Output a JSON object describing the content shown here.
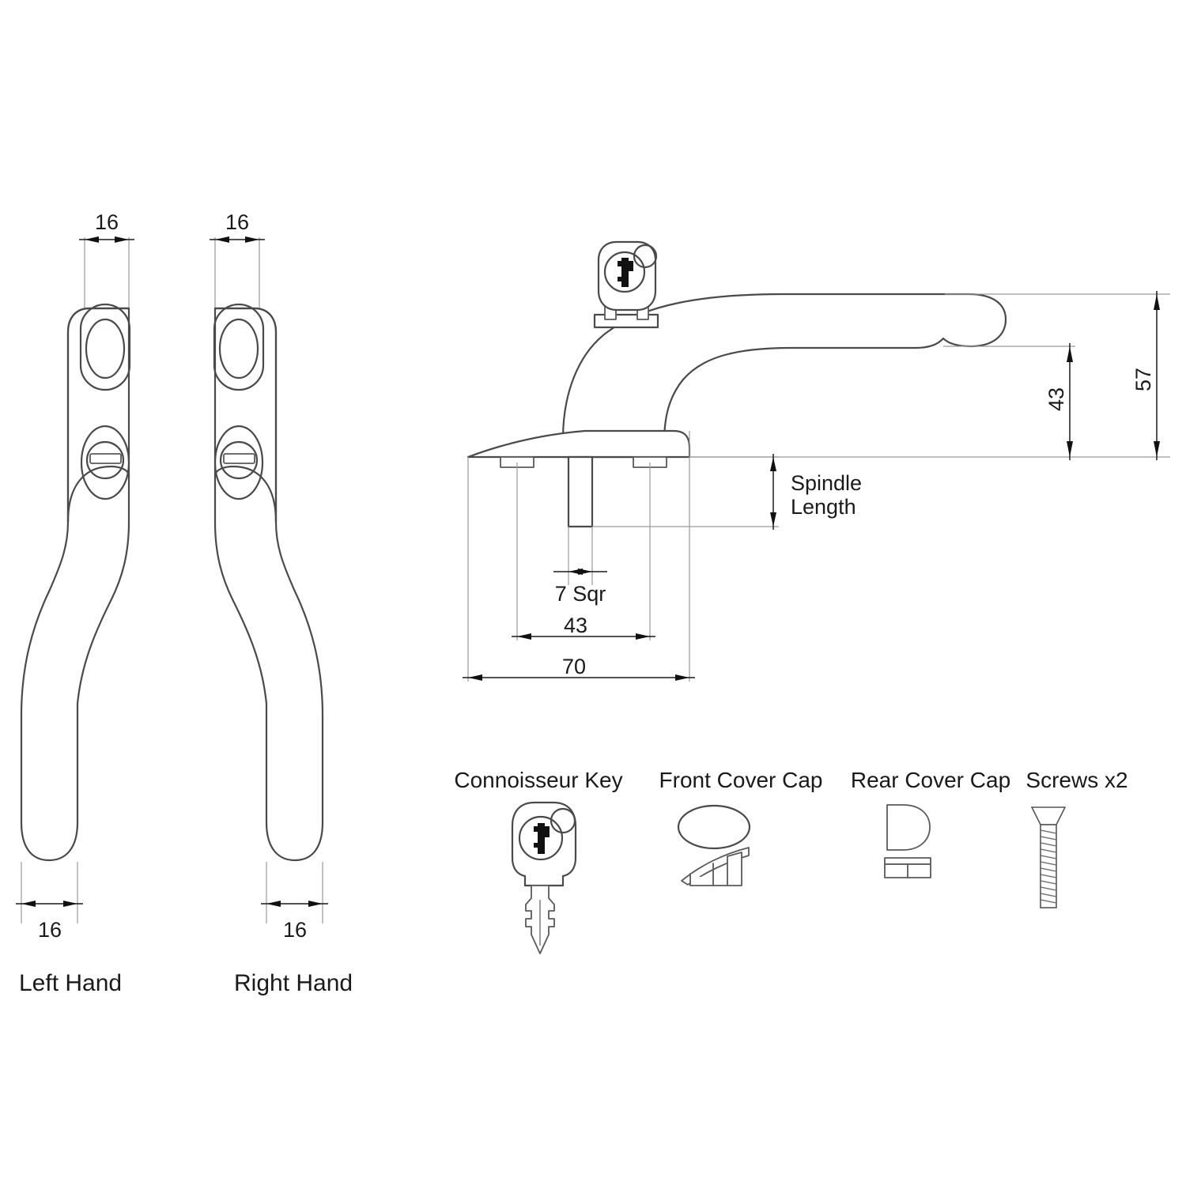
{
  "drawing": {
    "title": "Connoisseur Window Handle Technical Drawing",
    "units": "mm",
    "line_color": "#4a4a4a",
    "dim_color": "#1a1a1a",
    "background": "#ffffff"
  },
  "views": {
    "left_hand": {
      "label": "Left Hand",
      "top_dimension": "16",
      "bottom_dimension": "16",
      "features": [
        "oval-window",
        "lock-cylinder",
        "slot"
      ]
    },
    "right_hand": {
      "label": "Right Hand",
      "top_dimension": "16",
      "bottom_dimension": "16",
      "features": [
        "oval-window",
        "lock-cylinder",
        "slot"
      ]
    },
    "side_elevation": {
      "height_to_lever": "43",
      "overall_height": "57",
      "spindle_label_line1": "Spindle",
      "spindle_label_line2": "Length",
      "spindle_section": "7 Sqr",
      "screw_centres": "43",
      "baseplate_length": "70"
    }
  },
  "accessories": [
    {
      "label": "Connoisseur Key",
      "icon": "key-icon"
    },
    {
      "label": "Front Cover Cap",
      "icon": "front-cover-cap-icon"
    },
    {
      "label": "Rear Cover Cap",
      "icon": "rear-cover-cap-icon"
    },
    {
      "label": "Screws x2",
      "icon": "screw-icon"
    }
  ]
}
